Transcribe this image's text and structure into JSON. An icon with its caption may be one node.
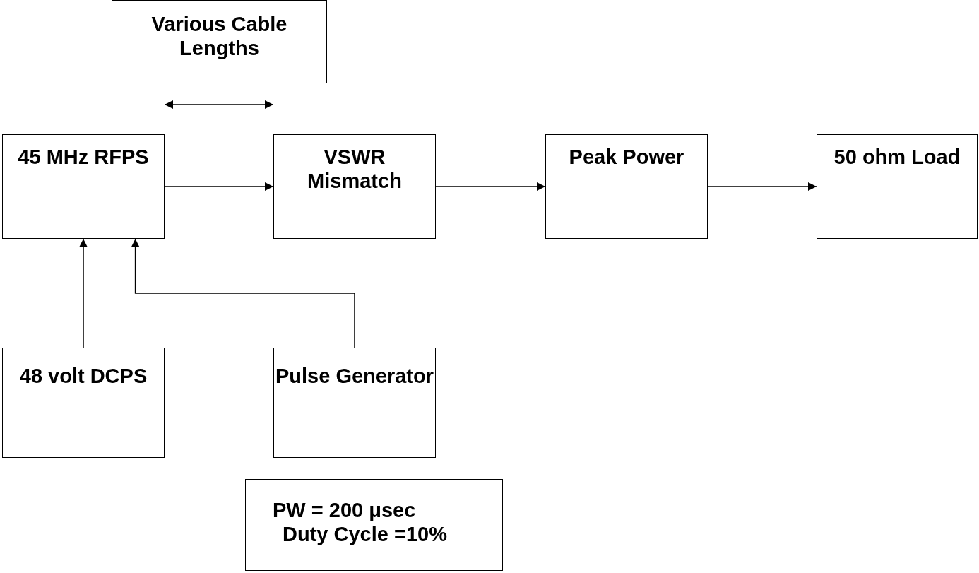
{
  "diagram": {
    "nodes": [
      {
        "text": [
          "Various Cable Lengths"
        ]
      },
      {
        "text": [
          "45 MHz RFPS"
        ]
      },
      {
        "text": [
          "VSWR Mismatch"
        ]
      },
      {
        "text": [
          "Peak Power"
        ]
      },
      {
        "text": [
          "50 ohm Load"
        ]
      },
      {
        "text": [
          "48 volt DCPS"
        ]
      },
      {
        "text": [
          "Pulse Generator"
        ]
      },
      {
        "text": [
          "PW = 200 μsec",
          "Duty Cycle =10%"
        ]
      }
    ],
    "edges": [
      {
        "from": 1,
        "to": 2,
        "arrow": "to"
      },
      {
        "from": 2,
        "to": 3,
        "arrow": "to"
      },
      {
        "from": 3,
        "to": 4,
        "arrow": "to"
      },
      {
        "from": 5,
        "to": 1,
        "arrow": "to"
      },
      {
        "from": 6,
        "to": 1,
        "arrow": "to"
      }
    ]
  }
}
